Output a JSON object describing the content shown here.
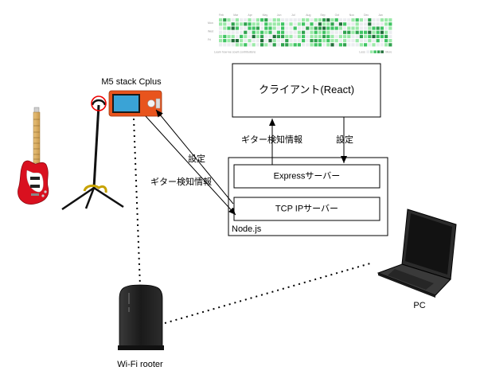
{
  "labels": {
    "m5": "M5 stack Cplus",
    "client": "クライアント(React)",
    "express": "Expressサーバー",
    "tcp": "TCP IPサーバー",
    "nodejs": "Node.js",
    "pc": "PC",
    "wifi": "Wi-Fi rooter",
    "guitar_detect_1": "ギター検知情報",
    "settings_1": "設定",
    "settings_2": "設定",
    "guitar_detect_2": "ギター検知情報"
  },
  "contrib_graph": {
    "months": [
      "Feb",
      "Mar",
      "Apr",
      "May",
      "Jun",
      "Jul",
      "Aug",
      "Sep",
      "Oct",
      "Nov",
      "Dec",
      "Jan"
    ],
    "days": [
      "Mon",
      "Wed",
      "Fri"
    ],
    "footer_left": "Learn how we count contributions",
    "footer_less": "Less",
    "footer_more": "More",
    "colors": [
      "#ebedf0",
      "#9be9a8",
      "#40c463",
      "#30a14e",
      "#216e39"
    ]
  },
  "colors": {
    "guitar_body": "#d9101f",
    "device_orange": "#e8541d",
    "device_screen": "#3aa3d6",
    "laptop": "#2b2b2b",
    "router": "#1f1f1f"
  }
}
